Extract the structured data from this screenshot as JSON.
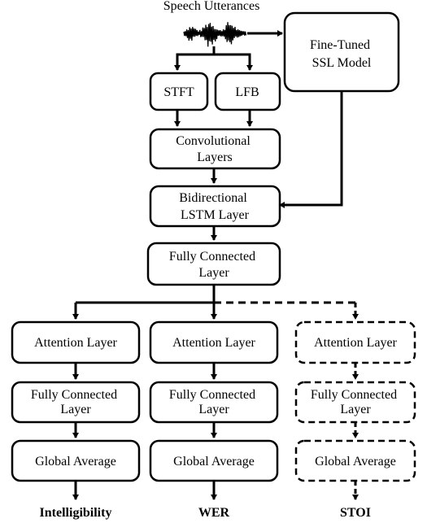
{
  "input_label": "Speech Utterances",
  "ssl_model": [
    "Fine-Tuned",
    "SSL Model"
  ],
  "stft": "STFT",
  "lfb": "LFB",
  "conv": [
    "Convolutional",
    "Layers"
  ],
  "bilstm": [
    "Bidirectional",
    "LSTM Layer"
  ],
  "fc_shared": [
    "Fully Connected",
    "Layer"
  ],
  "heads": [
    {
      "attention": "Attention Layer",
      "fc": [
        "Fully Connected",
        "Layer"
      ],
      "pool": "Global Average",
      "output": "Intelligibility",
      "style": "solid"
    },
    {
      "attention": "Attention Layer",
      "fc": [
        "Fully Connected",
        "Layer"
      ],
      "pool": "Global Average",
      "output": "WER",
      "style": "solid"
    },
    {
      "attention": "Attention Layer",
      "fc": [
        "Fully Connected",
        "Layer"
      ],
      "pool": "Global Average",
      "output": "STOI",
      "style": "dashed"
    }
  ]
}
